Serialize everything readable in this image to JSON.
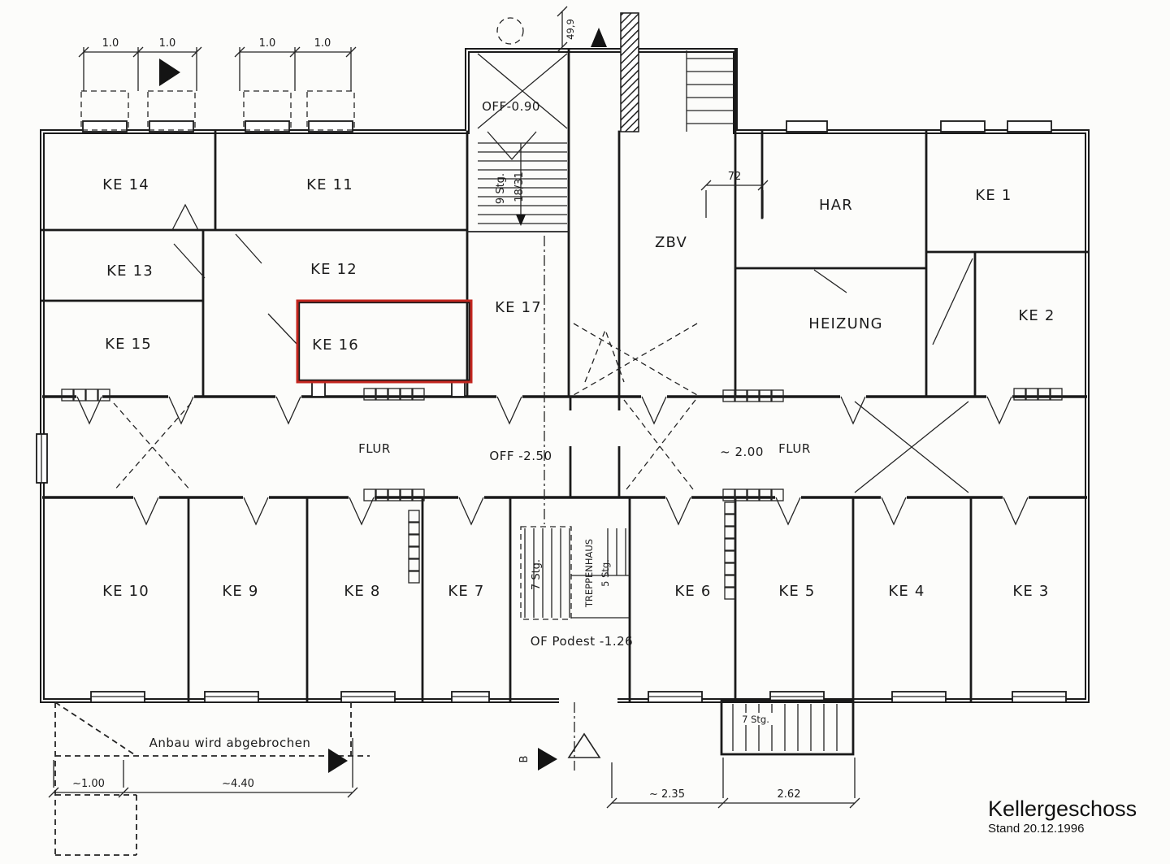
{
  "title_block": {
    "title": "Kellergeschoss",
    "date": "Stand 20.12.1996"
  },
  "highlight": {
    "room": "KE 16",
    "color": "#c3261f"
  },
  "rooms": {
    "ke1": "KE 1",
    "ke2": "KE 2",
    "ke3": "KE 3",
    "ke4": "KE 4",
    "ke5": "KE 5",
    "ke6": "KE 6",
    "ke7": "KE 7",
    "ke8": "KE 8",
    "ke9": "KE 9",
    "ke10": "KE 10",
    "ke11": "KE 11",
    "ke12": "KE 12",
    "ke13": "KE 13",
    "ke14": "KE 14",
    "ke15": "KE 15",
    "ke16": "KE 16",
    "ke17": "KE 17",
    "zbv": "ZBV",
    "har": "HAR",
    "heizung": "HEIZUNG",
    "flur": "FLUR",
    "treppenhaus": "TREPPENHAUS"
  },
  "levels": {
    "entry": "OFF-0.90",
    "corridor": "OFF -2.50",
    "landing": "OF  Podest -1.26"
  },
  "stairs": {
    "top_count": "9 Stg.",
    "top_detail": "18/31",
    "mid_count": "7 Stg.",
    "shaft_count": "5 Stg.",
    "exterior_count": "7 Stg."
  },
  "dimensions": {
    "module": "1.0",
    "niche": "72",
    "shaft": "49,9",
    "corridor_width": "~ 2.00",
    "anbau_a": "~1.00",
    "anbau_b": "~4.40",
    "entry_a": "~ 2.35",
    "entry_b": "2.62"
  },
  "notes": {
    "demolition": "Anbau wird abgebrochen",
    "section_marker": "B"
  }
}
